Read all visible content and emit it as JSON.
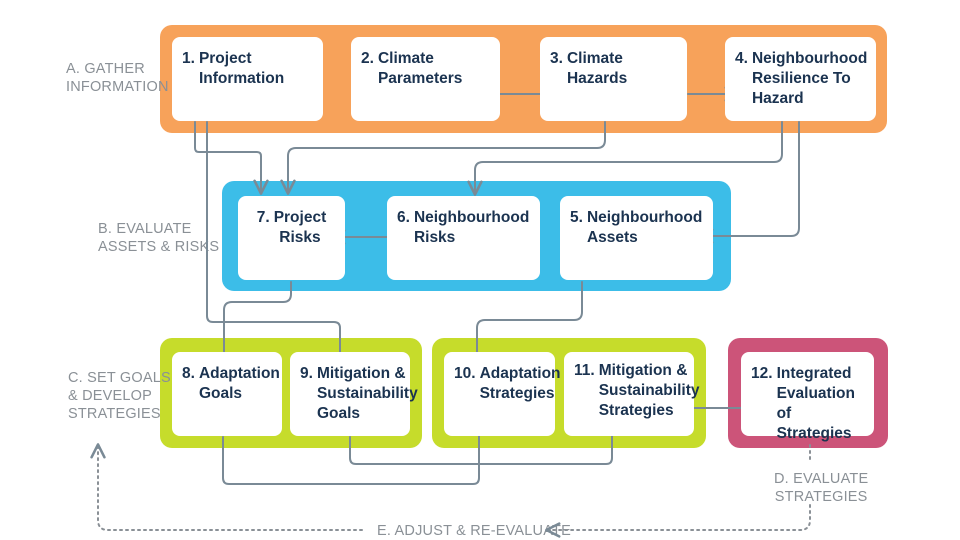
{
  "stages": {
    "a": "A. GATHER\nINFORMATION",
    "b": "B. EVALUATE\nASSETS & RISKS",
    "c": "C. SET GOALS\n& DEVELOP\nSTRATEGIES",
    "d": "D. EVALUATE\nSTRATEGIES",
    "e": "E. ADJUST & RE-EVALUATE"
  },
  "boxes": {
    "b1": {
      "num": "1.",
      "text": "Project\nInformation"
    },
    "b2": {
      "num": "2.",
      "text": "Climate\nParameters"
    },
    "b3": {
      "num": "3.",
      "text": "Climate\nHazards"
    },
    "b4": {
      "num": "4.",
      "text": "Neighbourhood\nResilience To\nHazard"
    },
    "b5": {
      "num": "5.",
      "text": "Neighbourhood\nAssets"
    },
    "b6": {
      "num": "6.",
      "text": "Neighbourhood\nRisks"
    },
    "b7": {
      "num": "7.",
      "text": "Project\nRisks"
    },
    "b8": {
      "num": "8.",
      "text": "Adaptation\nGoals"
    },
    "b9": {
      "num": "9.",
      "text": "Mitigation &\nSustainability\nGoals"
    },
    "b10": {
      "num": "10.",
      "text": "Adaptation\nStrategies"
    },
    "b11": {
      "num": "11.",
      "text": "Mitigation &\nSustainability\nStrategies"
    },
    "b12": {
      "num": "12.",
      "text": "Integrated\nEvaluation of\nStrategies"
    }
  },
  "colors": {
    "gather": "#f7a25a",
    "evaluate": "#3cbde8",
    "goals": "#c6dc2b",
    "strategies_eval": "#cc5479",
    "text": "#1b3350",
    "connector": "#7a8a96",
    "stage_label": "#8a9096"
  }
}
